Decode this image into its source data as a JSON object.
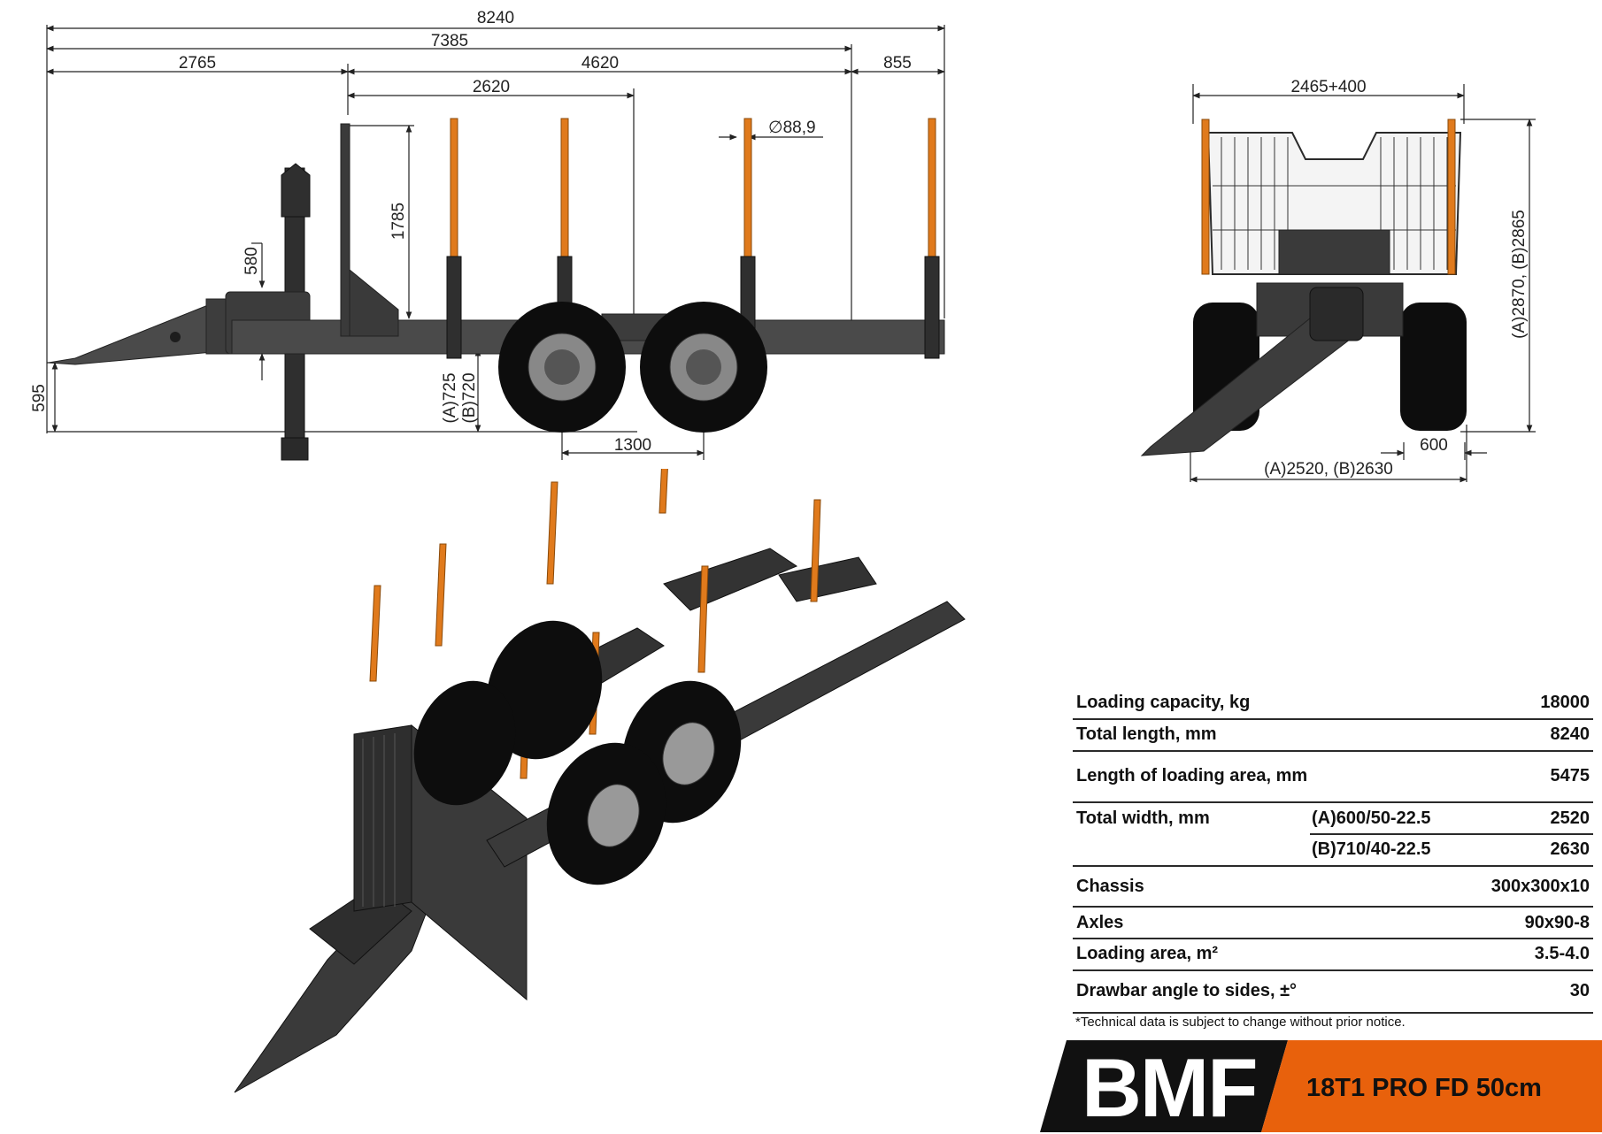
{
  "side_view": {
    "dims": {
      "total": "8240",
      "overall": "7385",
      "front": "2765",
      "rear": "4620",
      "overhang": "855",
      "stake_spacing": "2620",
      "bolster_height": "1785",
      "stake_dia": "88,9",
      "hitch_offset": "580",
      "hitch_height": "595",
      "height_a": "(A)725",
      "height_b": "(B)720",
      "axle_spacing": "1300"
    }
  },
  "rear_view": {
    "dims": {
      "grille_width": "2465+400",
      "height": "(A)2870, (B)2865",
      "tyre_width": "600",
      "total_width": "(A)2520, (B)2630"
    }
  },
  "specs": [
    {
      "label": "Loading capacity, kg",
      "option": "",
      "value": "18000"
    },
    {
      "label": "Total length, mm",
      "option": "",
      "value": "8240"
    },
    {
      "label": "Length of loading area, mm",
      "option": "",
      "value": "5475"
    },
    {
      "label": "Total width, mm",
      "option": "(A)600/50-22.5",
      "value": "2520"
    },
    {
      "label": "",
      "option": "(B)710/40-22.5",
      "value": "2630"
    },
    {
      "label": "Chassis",
      "option": "",
      "value": "300x300x10"
    },
    {
      "label": "Axles",
      "option": "",
      "value": "90x90-8"
    },
    {
      "label": "Loading area, m²",
      "option": "",
      "value": "3.5-4.0"
    },
    {
      "label": "Drawbar angle to sides, ±°",
      "option": "",
      "value": "30"
    }
  ],
  "note": "*Technical data is subject to change without prior notice.",
  "brand": {
    "logo": "BMF",
    "model": "18T1 PRO FD 50cm",
    "accent": "#e8610c",
    "dark": "#111111"
  },
  "colors": {
    "stake": "#e07a1c",
    "frame": "#3a3a3a",
    "tyre": "#0d0d0d"
  }
}
